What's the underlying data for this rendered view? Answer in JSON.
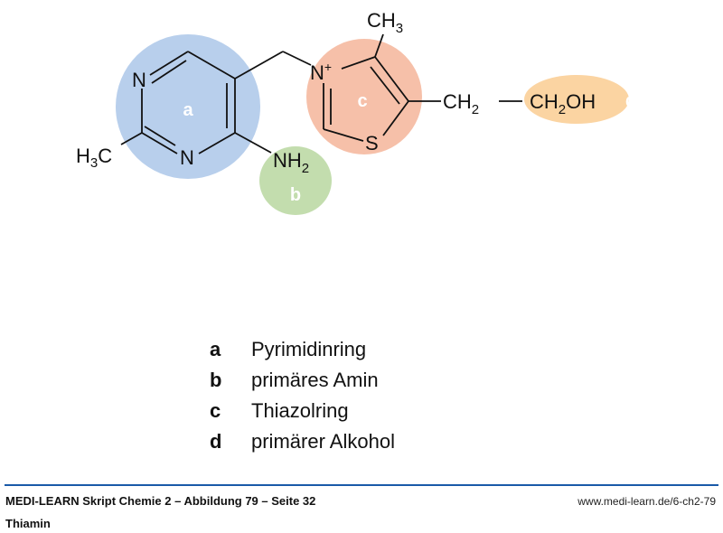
{
  "molecule": {
    "labels": {
      "n1": "N",
      "n3": "N",
      "h3c": "H",
      "h3c_sub": "3",
      "h3c_c": "C",
      "nh2": "NH",
      "nh2_sub": "2",
      "n_plus": "N",
      "plus": "+",
      "s": "S",
      "ch3": "CH",
      "ch3_sub": "3",
      "ch2": "CH",
      "ch2_sub": "2",
      "ch2oh": "CH",
      "ch2oh_sub": "2",
      "ch2oh_tail": "OH"
    },
    "highlights": [
      {
        "key": "a",
        "color": "#b8cfec"
      },
      {
        "key": "b",
        "color": "#c3ddae"
      },
      {
        "key": "c",
        "color": "#f6c0a9"
      },
      {
        "key": "d",
        "color": "#fbd4a2"
      }
    ]
  },
  "legend": [
    {
      "key": "a",
      "label": "Pyrimidinring"
    },
    {
      "key": "b",
      "label": "primäres Amin"
    },
    {
      "key": "c",
      "label": "Thiazolring"
    },
    {
      "key": "d",
      "label": "primärer Alkohol"
    }
  ],
  "footer": {
    "source": "MEDI-LEARN Skript Chemie 2 – Abbildung 79 – Seite 32",
    "title": "Thiamin",
    "url": "www.medi-learn.de/6-ch2-79",
    "rule_color": "#1a5aa8"
  }
}
